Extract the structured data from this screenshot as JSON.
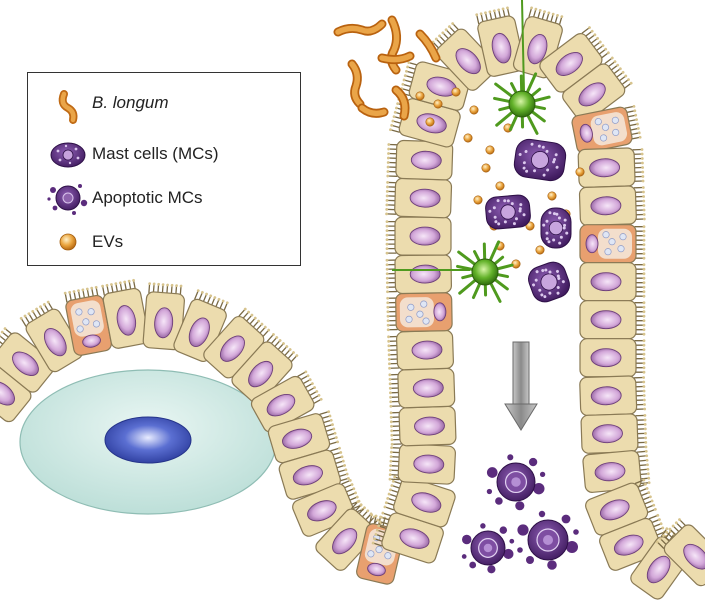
{
  "legend": {
    "items": [
      {
        "label": "B. longum",
        "italic": true,
        "icon": "rod-bacterium-icon"
      },
      {
        "label": "Mast cells (MCs)",
        "italic": false,
        "icon": "mast-cell-icon"
      },
      {
        "label": "Apoptotic MCs",
        "italic": false,
        "icon": "apoptotic-mast-cell-icon"
      },
      {
        "label": "EVs",
        "italic": false,
        "icon": "vesicle-icon"
      }
    ]
  },
  "colors": {
    "epithelium": "#ecdcae",
    "epithelium_edge": "#8a7a55",
    "nucleus": "#c99ad0",
    "nucleus_edge": "#6e3f7a",
    "goblet": "#e8a06f",
    "lumen_bulge": "#cfe9e3",
    "inner_nucleus": "#3b4fb0",
    "mast_cell": "#5b2c7d",
    "dendritic_cell": "#4f9a1e",
    "bacterium": "#e08a2a",
    "vesicle": "#e3a13a",
    "arrow": "#9a9a9a"
  }
}
